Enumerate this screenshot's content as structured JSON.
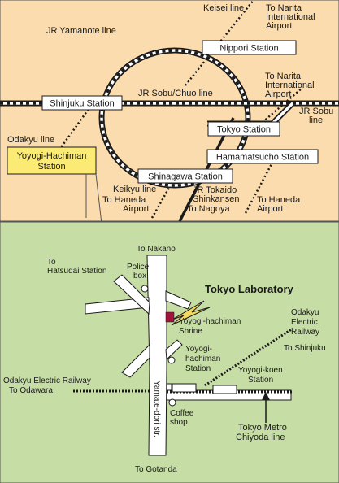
{
  "colors": {
    "top_bg": "#fbdcae",
    "bottom_bg": "#c6dea6",
    "yoyogi_box": "#fbeb74",
    "lab_marker": "#a4133c",
    "arrow_fill": "#f3da5e",
    "line": "#1a1a1a"
  },
  "top_map": {
    "keisei_line": "Keisei line",
    "to_narita_1": [
      "To Narita",
      "International",
      "Airport"
    ],
    "jr_yamanote": "JR Yamanote line",
    "nippori": "Nippori Station",
    "to_narita_2": [
      "To Narita",
      "International",
      "Airport"
    ],
    "jr_sobu_chuo": "JR Sobu/Chuo line",
    "shinjuku": "Shinjuku Station",
    "jr_sobu_line": [
      "JR Sobu",
      "line"
    ],
    "tokyo": "Tokyo Station",
    "odakyu_line": "Odakyu line",
    "yoyogi_hachiman": [
      "Yoyogi-Hachiman",
      "Station"
    ],
    "hamamatsucho": "Hamamatsucho Station",
    "shinagawa": "Shinagawa Station",
    "keikyu_line": "Keikyu line",
    "to_haneda_1": [
      "To Haneda",
      "Airport"
    ],
    "jr_tokaido": [
      "JR Tokaido",
      "Shinkansen",
      "To Nagoya"
    ],
    "to_haneda_2": [
      "To Haneda",
      "Airport"
    ]
  },
  "bottom_map": {
    "to_nakano": "To Nakano",
    "to_hatsudai": [
      "To",
      "Hatsudai Station"
    ],
    "police_box": [
      "Police",
      "box"
    ],
    "tokyo_laboratory": "Tokyo Laboratory",
    "shrine": [
      "Yoyogi-hachiman",
      "Shrine"
    ],
    "odakyu_railway": [
      "Odakyu",
      "Electric",
      "Railway"
    ],
    "to_shinjuku": "To Shinjuku",
    "yh_station": [
      "Yoyogi-",
      "hachiman",
      "Station"
    ],
    "yoyogi_koen": [
      "Yoyogi-koen",
      "Station"
    ],
    "odakyu_odawara": [
      "Odakyu Electric Railway",
      "To Odawara"
    ],
    "yamate_dori": "Yamate-dori str.",
    "coffee_shop": [
      "Coffee",
      "shop"
    ],
    "metro": [
      "Tokyo Metro",
      "Chiyoda line"
    ],
    "to_gotanda": "To Gotanda"
  }
}
